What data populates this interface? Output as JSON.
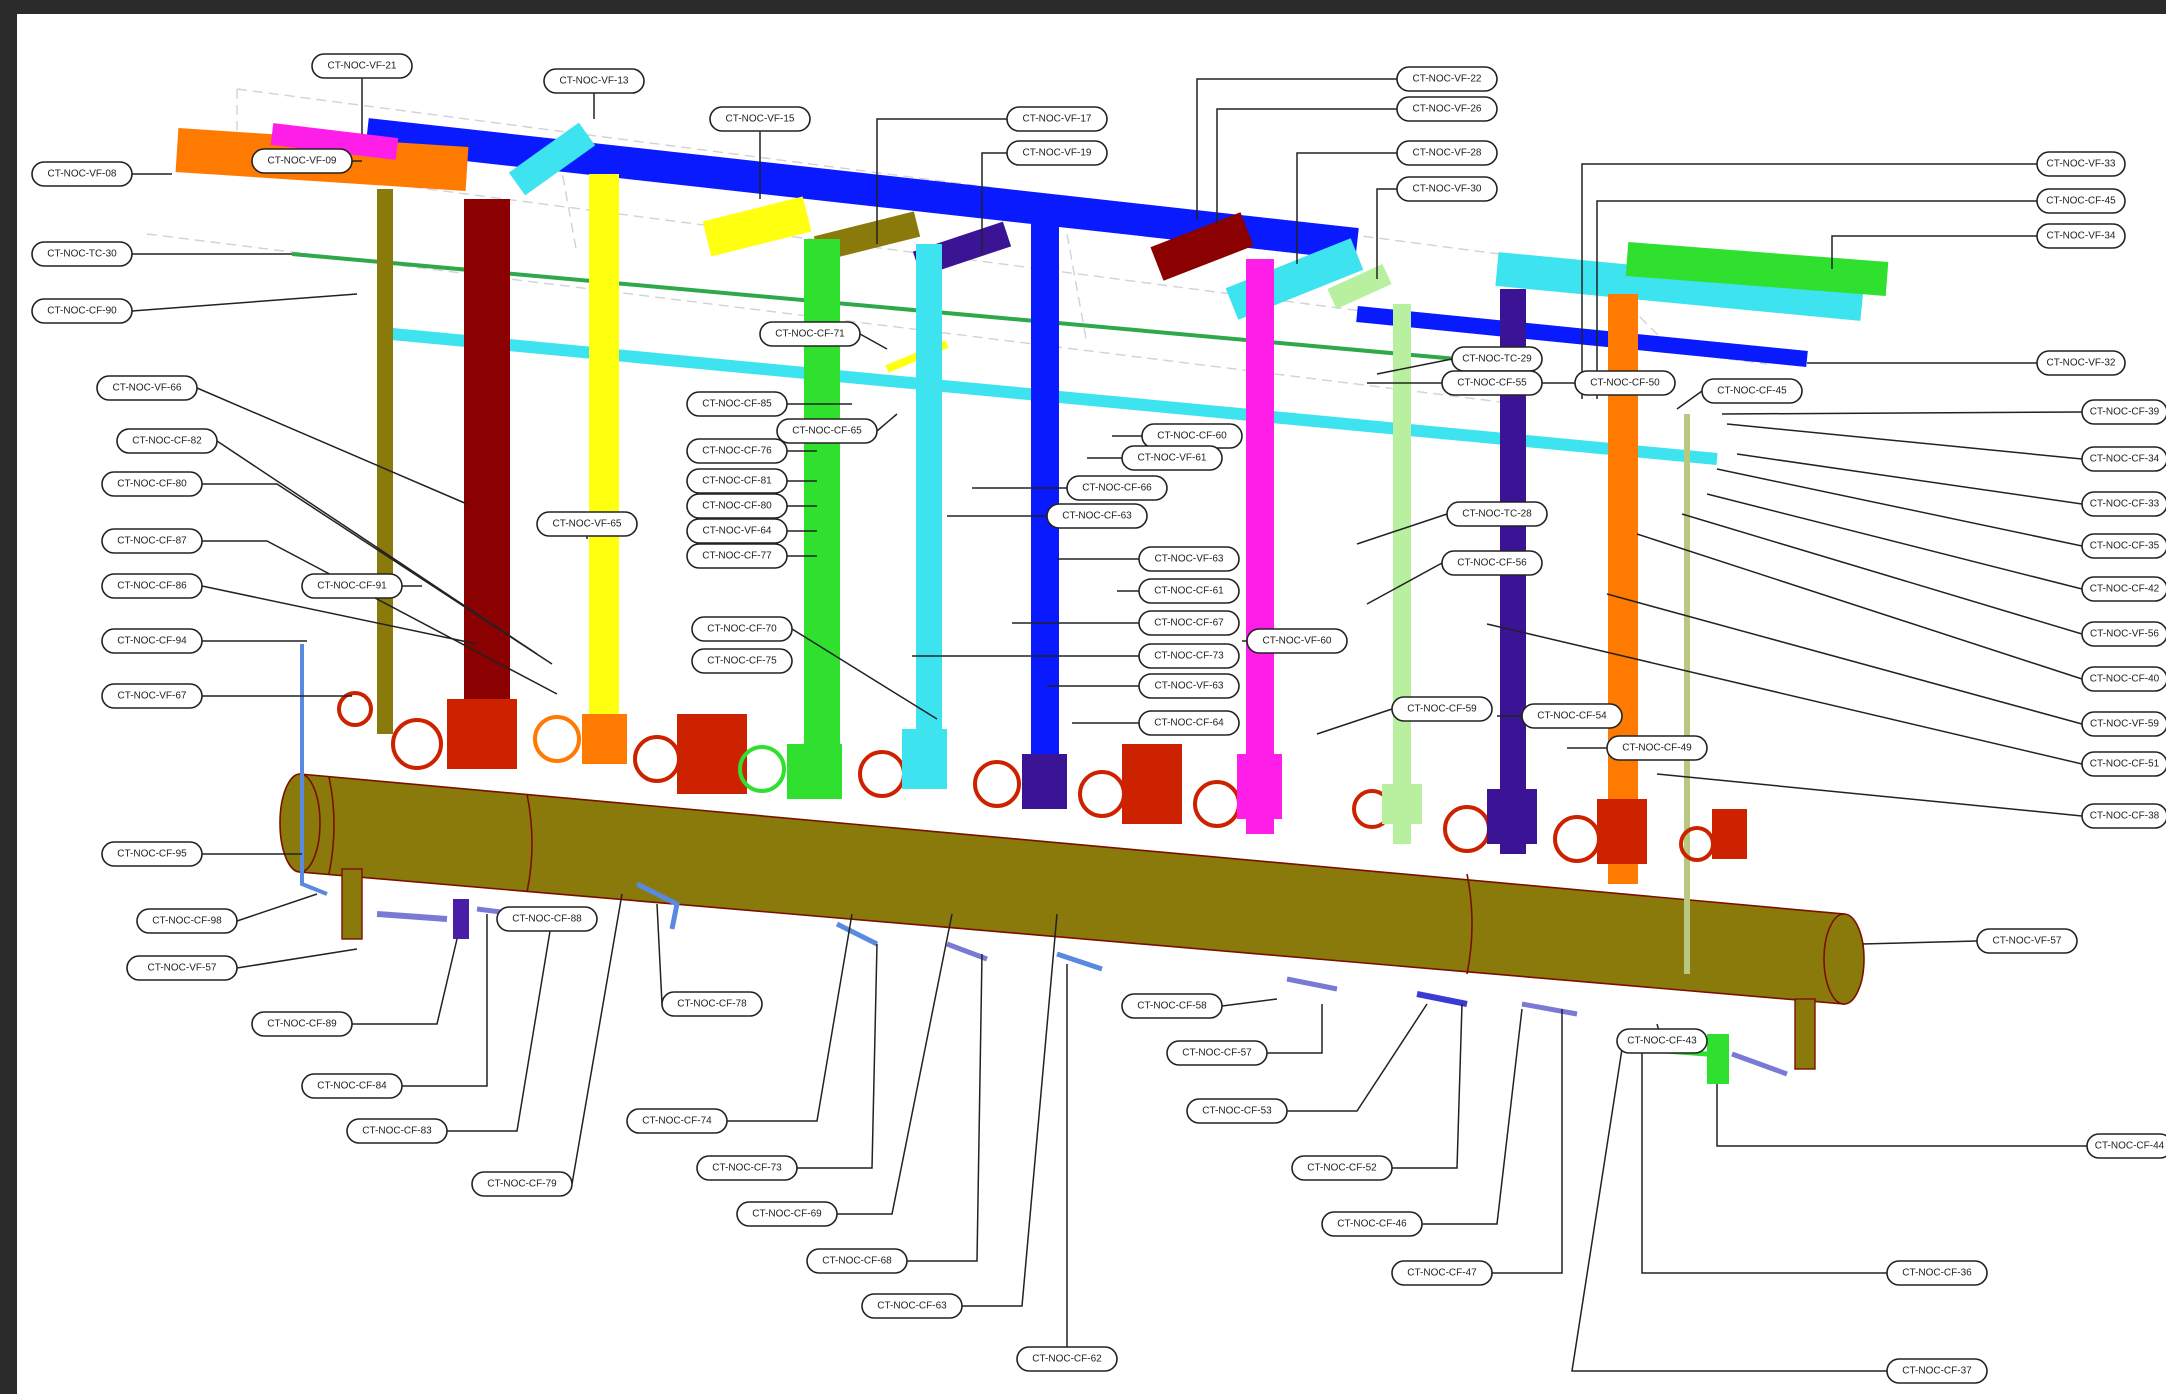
{
  "colors": {
    "background": "#ffffff",
    "frame": "#2b2b2b",
    "header": "#8a7a0c",
    "valve": "#cc2200",
    "orange": "#ff7a00",
    "blue": "#0a1aff",
    "cyan": "#3ee3f0",
    "yellow": "#ffff10",
    "green": "#2fe02f",
    "maroon": "#8b0000",
    "magenta": "#ff1ee8",
    "indigo": "#3b1496",
    "olive": "#8a7a0c",
    "light_green": "#b8f0a0"
  },
  "tags": [
    {
      "id": "tag-1",
      "label": "CT-NOC-VF-21"
    },
    {
      "id": "tag-2",
      "label": "CT-NOC-VF-13"
    },
    {
      "id": "tag-3",
      "label": "CT-NOC-VF-15"
    },
    {
      "id": "tag-4",
      "label": "CT-NOC-VF-17"
    },
    {
      "id": "tag-5",
      "label": "CT-NOC-VF-19"
    },
    {
      "id": "tag-6",
      "label": "CT-NOC-VF-22"
    },
    {
      "id": "tag-7",
      "label": "CT-NOC-VF-26"
    },
    {
      "id": "tag-8",
      "label": "CT-NOC-VF-28"
    },
    {
      "id": "tag-9",
      "label": "CT-NOC-VF-30"
    },
    {
      "id": "tag-10",
      "label": "CT-NOC-VF-33"
    },
    {
      "id": "tag-11",
      "label": "CT-NOC-CF-45"
    },
    {
      "id": "tag-12",
      "label": "CT-NOC-VF-34"
    },
    {
      "id": "tag-13",
      "label": "CT-NOC-VF-32"
    },
    {
      "id": "tag-14",
      "label": "CT-NOC-VF-08"
    },
    {
      "id": "tag-15",
      "label": "CT-NOC-VF-09"
    },
    {
      "id": "tag-16",
      "label": "CT-NOC-TC-30"
    },
    {
      "id": "tag-17",
      "label": "CT-NOC-CF-90"
    },
    {
      "id": "tag-18",
      "label": "CT-NOC-VF-66"
    },
    {
      "id": "tag-19",
      "label": "CT-NOC-CF-82"
    },
    {
      "id": "tag-20",
      "label": "CT-NOC-CF-80"
    },
    {
      "id": "tag-21",
      "label": "CT-NOC-CF-87"
    },
    {
      "id": "tag-22",
      "label": "CT-NOC-CF-86"
    },
    {
      "id": "tag-23",
      "label": "CT-NOC-CF-94"
    },
    {
      "id": "tag-24",
      "label": "CT-NOC-VF-67"
    },
    {
      "id": "tag-25",
      "label": "CT-NOC-CF-91"
    },
    {
      "id": "tag-26",
      "label": "CT-NOC-CF-71"
    },
    {
      "id": "tag-27",
      "label": "CT-NOC-CF-85"
    },
    {
      "id": "tag-28",
      "label": "CT-NOC-CF-65"
    },
    {
      "id": "tag-29",
      "label": "CT-NOC-CF-76"
    },
    {
      "id": "tag-30",
      "label": "CT-NOC-CF-81"
    },
    {
      "id": "tag-31",
      "label": "CT-NOC-CF-80"
    },
    {
      "id": "tag-32",
      "label": "CT-NOC-VF-64"
    },
    {
      "id": "tag-33",
      "label": "CT-NOC-CF-77"
    },
    {
      "id": "tag-34",
      "label": "CT-NOC-VF-65"
    },
    {
      "id": "tag-35",
      "label": "CT-NOC-CF-70"
    },
    {
      "id": "tag-36",
      "label": "CT-NOC-CF-75"
    },
    {
      "id": "tag-37",
      "label": "CT-NOC-CF-60"
    },
    {
      "id": "tag-38",
      "label": "CT-NOC-VF-61"
    },
    {
      "id": "tag-39",
      "label": "CT-NOC-CF-66"
    },
    {
      "id": "tag-40",
      "label": "CT-NOC-CF-63"
    },
    {
      "id": "tag-41",
      "label": "CT-NOC-VF-63"
    },
    {
      "id": "tag-42",
      "label": "CT-NOC-CF-61"
    },
    {
      "id": "tag-43",
      "label": "CT-NOC-CF-67"
    },
    {
      "id": "tag-44",
      "label": "CT-NOC-CF-73"
    },
    {
      "id": "tag-45",
      "label": "CT-NOC-VF-63"
    },
    {
      "id": "tag-46",
      "label": "CT-NOC-CF-64"
    },
    {
      "id": "tag-47",
      "label": "CT-NOC-VF-60"
    },
    {
      "id": "tag-48",
      "label": "CT-NOC-TC-29"
    },
    {
      "id": "tag-49",
      "label": "CT-NOC-CF-55"
    },
    {
      "id": "tag-50",
      "label": "CT-NOC-CF-50"
    },
    {
      "id": "tag-51",
      "label": "CT-NOC-CF-45"
    },
    {
      "id": "tag-52",
      "label": "CT-NOC-TC-28"
    },
    {
      "id": "tag-53",
      "label": "CT-NOC-CF-56"
    },
    {
      "id": "tag-54",
      "label": "CT-NOC-CF-59"
    },
    {
      "id": "tag-55",
      "label": "CT-NOC-CF-54"
    },
    {
      "id": "tag-56",
      "label": "CT-NOC-CF-49"
    },
    {
      "id": "tag-57",
      "label": "CT-NOC-CF-39"
    },
    {
      "id": "tag-58",
      "label": "CT-NOC-CF-34"
    },
    {
      "id": "tag-59",
      "label": "CT-NOC-CF-33"
    },
    {
      "id": "tag-60",
      "label": "CT-NOC-CF-35"
    },
    {
      "id": "tag-61",
      "label": "CT-NOC-CF-42"
    },
    {
      "id": "tag-62",
      "label": "CT-NOC-VF-56"
    },
    {
      "id": "tag-63",
      "label": "CT-NOC-CF-40"
    },
    {
      "id": "tag-64",
      "label": "CT-NOC-VF-59"
    },
    {
      "id": "tag-65",
      "label": "CT-NOC-CF-51"
    },
    {
      "id": "tag-66",
      "label": "CT-NOC-CF-38"
    },
    {
      "id": "tag-67",
      "label": "CT-NOC-CF-95"
    },
    {
      "id": "tag-68",
      "label": "CT-NOC-CF-98"
    },
    {
      "id": "tag-69",
      "label": "CT-NOC-VF-57"
    },
    {
      "id": "tag-70",
      "label": "CT-NOC-CF-89"
    },
    {
      "id": "tag-71",
      "label": "CT-NOC-CF-84"
    },
    {
      "id": "tag-72",
      "label": "CT-NOC-CF-83"
    },
    {
      "id": "tag-73",
      "label": "CT-NOC-CF-88"
    },
    {
      "id": "tag-74",
      "label": "CT-NOC-CF-79"
    },
    {
      "id": "tag-75",
      "label": "CT-NOC-CF-78"
    },
    {
      "id": "tag-76",
      "label": "CT-NOC-CF-74"
    },
    {
      "id": "tag-77",
      "label": "CT-NOC-CF-73"
    },
    {
      "id": "tag-78",
      "label": "CT-NOC-CF-69"
    },
    {
      "id": "tag-79",
      "label": "CT-NOC-CF-68"
    },
    {
      "id": "tag-80",
      "label": "CT-NOC-CF-63"
    },
    {
      "id": "tag-81",
      "label": "CT-NOC-CF-62"
    },
    {
      "id": "tag-82",
      "label": "CT-NOC-CF-58"
    },
    {
      "id": "tag-83",
      "label": "CT-NOC-CF-57"
    },
    {
      "id": "tag-84",
      "label": "CT-NOC-CF-53"
    },
    {
      "id": "tag-85",
      "label": "CT-NOC-CF-52"
    },
    {
      "id": "tag-86",
      "label": "CT-NOC-CF-46"
    },
    {
      "id": "tag-87",
      "label": "CT-NOC-CF-47"
    },
    {
      "id": "tag-88",
      "label": "CT-NOC-CF-43"
    },
    {
      "id": "tag-89",
      "label": "CT-NOC-CF-44"
    },
    {
      "id": "tag-90",
      "label": "CT-NOC-CF-36"
    },
    {
      "id": "tag-91",
      "label": "CT-NOC-CF-37"
    },
    {
      "id": "tag-92",
      "label": "CT-NOC-VF-57"
    }
  ]
}
